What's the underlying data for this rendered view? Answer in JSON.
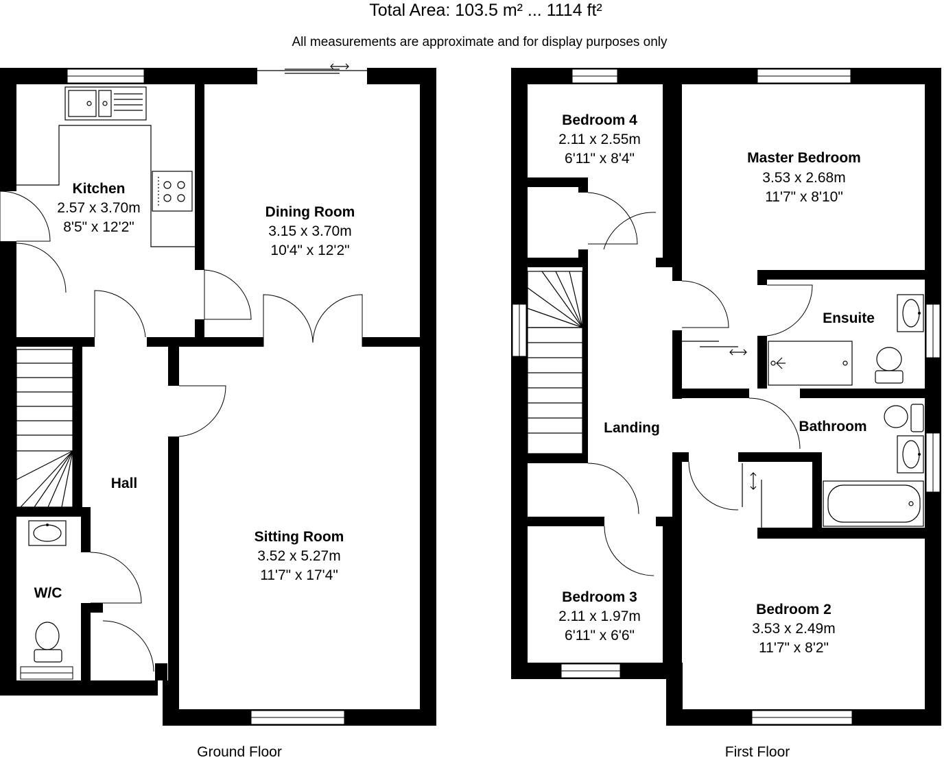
{
  "header": {
    "total_area": "Total Area: 103.5 m² ... 1114 ft²",
    "disclaimer": "All measurements are approximate and for display purposes only"
  },
  "floors": {
    "ground": {
      "label": "Ground Floor",
      "rooms": {
        "kitchen": {
          "name": "Kitchen",
          "metric": "2.57 x 3.70m",
          "imperial": "8'5\" x 12'2\""
        },
        "dining": {
          "name": "Dining Room",
          "metric": "3.15 x 3.70m",
          "imperial": "10'4\" x 12'2\""
        },
        "hall": {
          "name": "Hall"
        },
        "wc": {
          "name": "W/C"
        },
        "sitting": {
          "name": "Sitting Room",
          "metric": "3.52 x 5.27m",
          "imperial": "11'7\" x 17'4\""
        }
      }
    },
    "first": {
      "label": "First Floor",
      "rooms": {
        "bedroom4": {
          "name": "Bedroom 4",
          "metric": "2.11 x 2.55m",
          "imperial": "6'11\" x 8'4\""
        },
        "master": {
          "name": "Master Bedroom",
          "metric": "3.53 x 2.68m",
          "imperial": "11'7\" x 8'10\""
        },
        "ensuite": {
          "name": "Ensuite"
        },
        "landing": {
          "name": "Landing"
        },
        "bathroom": {
          "name": "Bathroom"
        },
        "bedroom3": {
          "name": "Bedroom 3",
          "metric": "2.11 x 1.97m",
          "imperial": "6'11\" x 6'6\""
        },
        "bedroom2": {
          "name": "Bedroom 2",
          "metric": "3.53 x 2.49m",
          "imperial": "11'7\" x 8'2\""
        }
      }
    }
  },
  "colors": {
    "wall": "#000000",
    "background": "#ffffff"
  }
}
